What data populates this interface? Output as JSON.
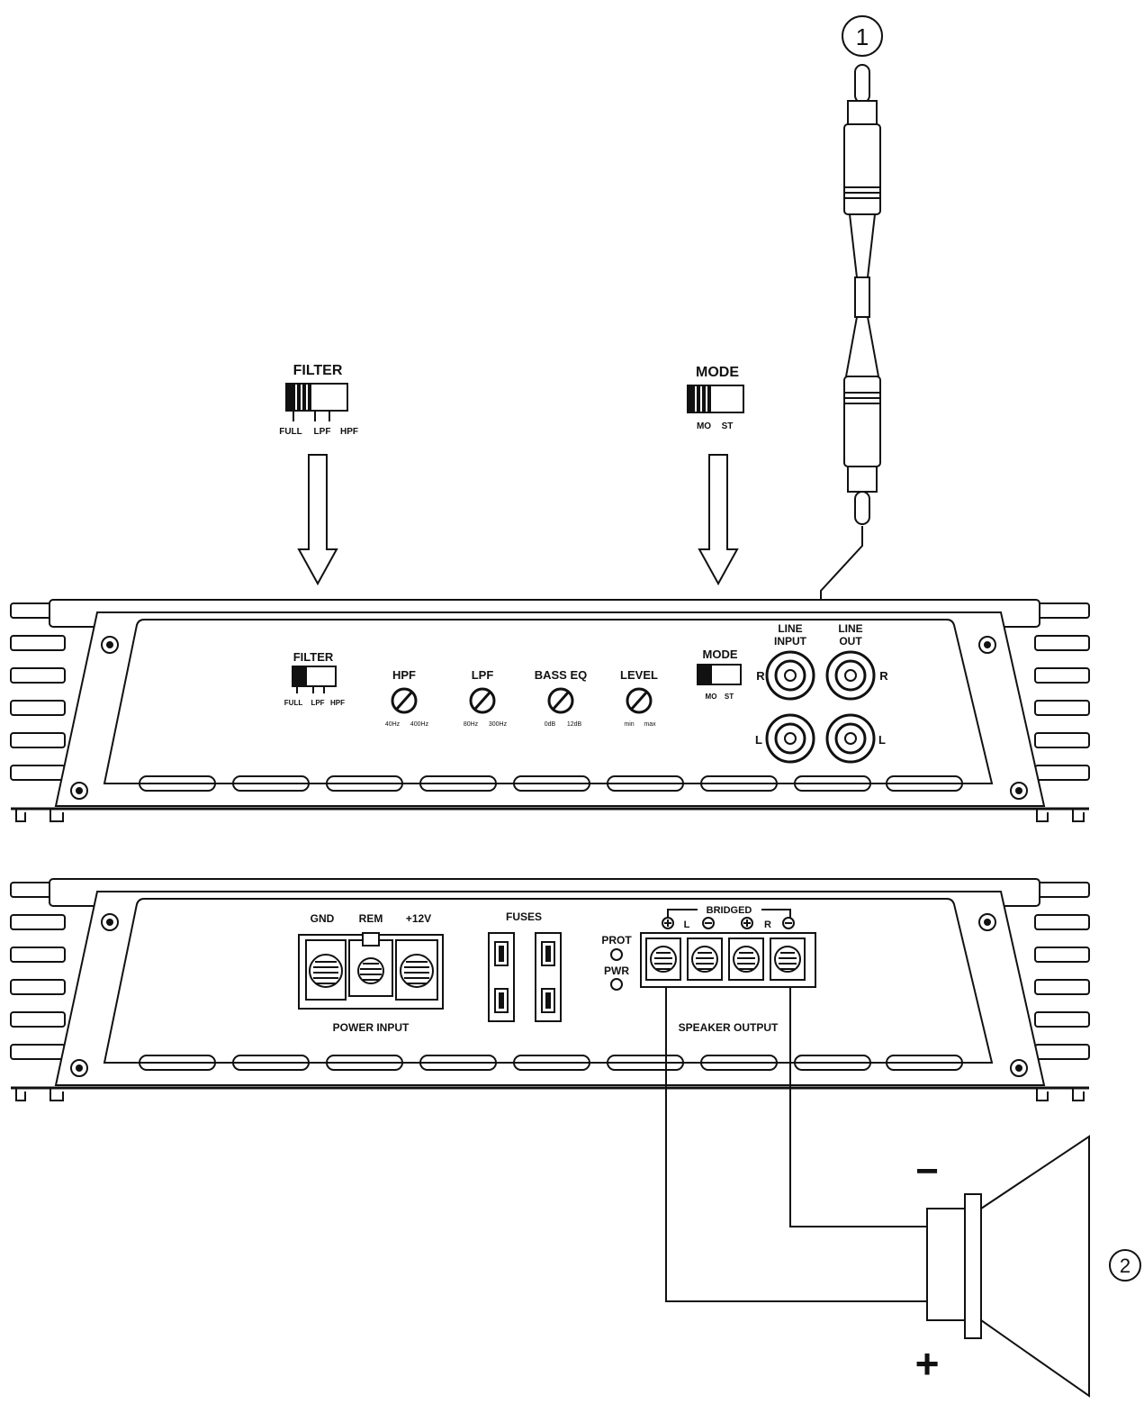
{
  "callouts": {
    "rca_cable": "1",
    "speaker": "2"
  },
  "filter_switch": {
    "title": "FILTER",
    "positions": [
      "FULL",
      "LPF",
      "HPF"
    ]
  },
  "mode_switch": {
    "title": "MODE",
    "positions": [
      "MO",
      "ST"
    ]
  },
  "front_panel": {
    "filter_title": "FILTER",
    "filter_positions": [
      "FULL",
      "LPF",
      "HPF"
    ],
    "knobs": [
      {
        "name": "HPF",
        "min": "40Hz",
        "max": "400Hz"
      },
      {
        "name": "LPF",
        "min": "80Hz",
        "max": "300Hz"
      },
      {
        "name": "BASS EQ",
        "min": "0dB",
        "max": "12dB"
      },
      {
        "name": "LEVEL",
        "min": "min",
        "max": "max"
      }
    ],
    "mode_title": "MODE",
    "mode_positions": [
      "MO",
      "ST"
    ],
    "line_input": [
      "LINE",
      "INPUT"
    ],
    "line_out": [
      "LINE",
      "OUT"
    ],
    "channel_right": "R",
    "channel_left": "L"
  },
  "rear_panel": {
    "power_terminals": [
      "GND",
      "REM",
      "+12V"
    ],
    "power_input_label": "POWER INPUT",
    "fuses_label": "FUSES",
    "leds": [
      "PROT",
      "PWR"
    ],
    "bridged_label": "BRIDGED",
    "speaker_channels": [
      "L",
      "R"
    ],
    "speaker_output_label": "SPEAKER OUTPUT"
  },
  "speaker": {
    "minus": "−",
    "plus": "+"
  }
}
